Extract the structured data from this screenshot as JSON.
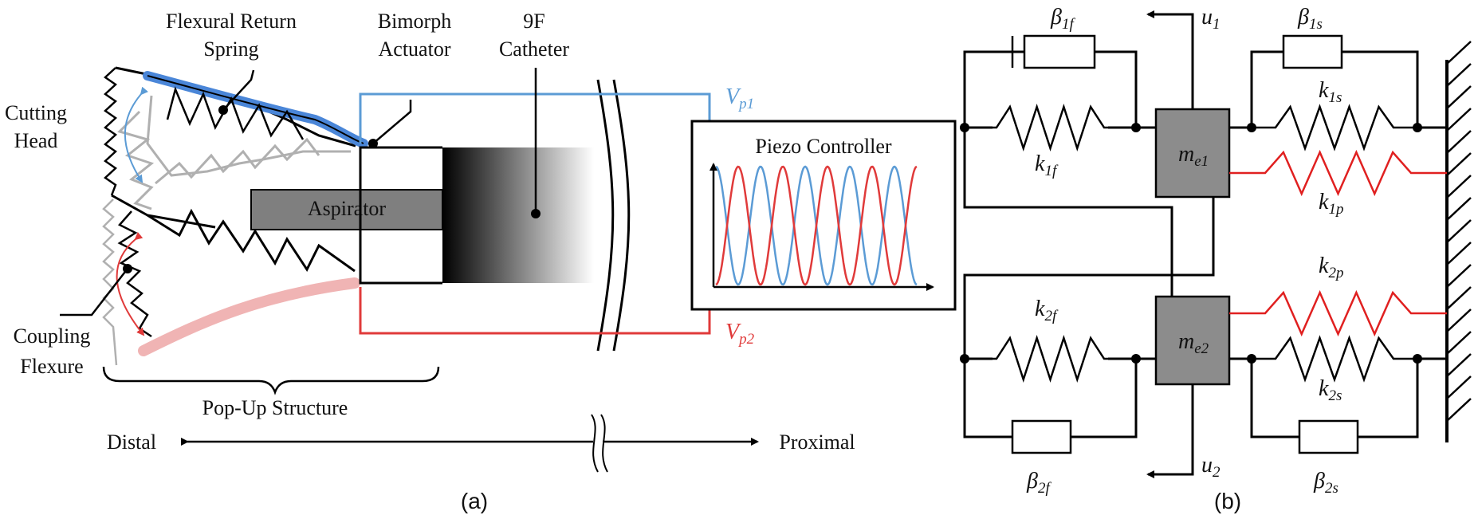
{
  "panel_a": {
    "labels": {
      "flexural_return_spring_line1": "Flexural Return",
      "flexural_return_spring_line2": "Spring",
      "bimorph_actuator_line1": "Bimorph",
      "bimorph_actuator_line2": "Actuator",
      "catheter_line1": "9F",
      "catheter_line2": "Catheter",
      "cutting_head_line1": "Cutting",
      "cutting_head_line2": "Head",
      "aspirator": "Aspirator",
      "coupling_flexure_line1": "Coupling",
      "coupling_flexure_line2": "Flexure",
      "pop_up_structure": "Pop-Up Structure",
      "distal": "Distal",
      "proximal": "Proximal",
      "piezo_controller": "Piezo Controller",
      "vp1_main": "V",
      "vp1_sub": "p1",
      "vp2_main": "V",
      "vp2_sub": "p2"
    },
    "caption": "(a)",
    "colors": {
      "vp1": "#5b9bd5",
      "vp2": "#e03a3a",
      "spring_blue": "#4a86d8",
      "spring_pink": "#f0b4b4",
      "gray_body": "#7f7f7f"
    }
  },
  "panel_b": {
    "labels": {
      "beta1f": "β",
      "beta1f_sub": "1f",
      "beta1s": "β",
      "beta1s_sub": "1s",
      "beta2f": "β",
      "beta2f_sub": "2f",
      "beta2s": "β",
      "beta2s_sub": "2s",
      "k1f": "k",
      "k1f_sub": "1f",
      "k1s": "k",
      "k1s_sub": "1s",
      "k1p": "k",
      "k1p_sub": "1p",
      "k2f": "k",
      "k2f_sub": "2f",
      "k2s": "k",
      "k2s_sub": "2s",
      "k2p": "k",
      "k2p_sub": "2p",
      "me1": "m",
      "me1_sub": "e1",
      "me2": "m",
      "me2_sub": "e2",
      "u1": "u",
      "u1_sub": "1",
      "u2": "u",
      "u2_sub": "2"
    },
    "caption": "(b)",
    "colors": {
      "piezo_spring": "#e02020",
      "mass_fill": "#8c8c8c"
    }
  }
}
